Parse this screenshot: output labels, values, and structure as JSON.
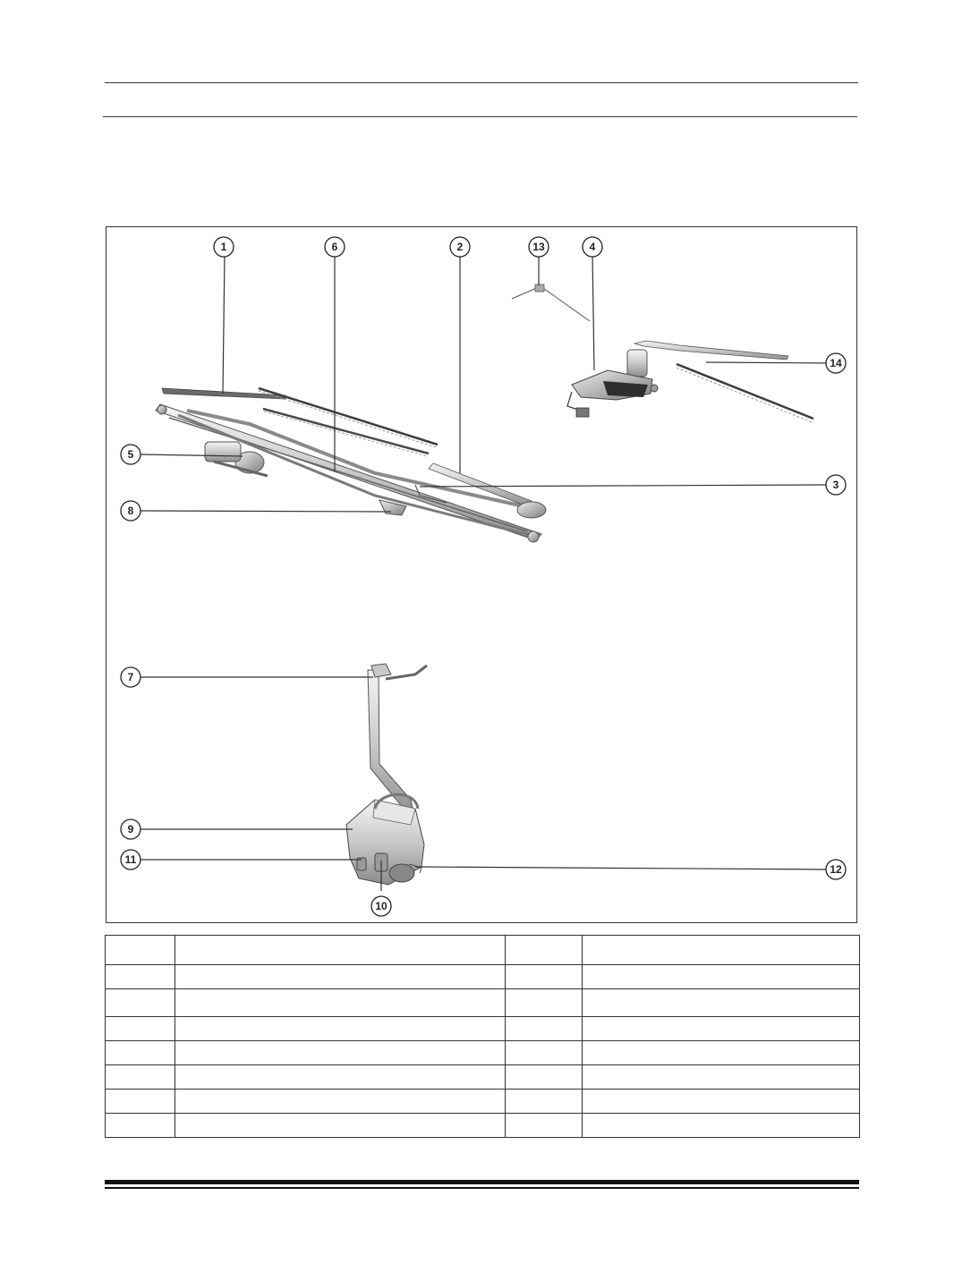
{
  "figure": {
    "callouts": [
      "1",
      "2",
      "3",
      "4",
      "5",
      "6",
      "7",
      "8",
      "9",
      "10",
      "11",
      "12",
      "13",
      "14"
    ]
  },
  "parts_table": {
    "rows": [
      [
        "",
        "",
        "",
        ""
      ],
      [
        "",
        "",
        "",
        ""
      ],
      [
        "",
        "",
        "",
        ""
      ],
      [
        "",
        "",
        "",
        ""
      ],
      [
        "",
        "",
        "",
        ""
      ],
      [
        "",
        "",
        "",
        ""
      ],
      [
        "",
        "",
        "",
        ""
      ],
      [
        "",
        "",
        "",
        ""
      ]
    ]
  },
  "colors": {
    "line": "#333333",
    "part_fill": "#d9d9d9",
    "part_dark": "#6f6f6f"
  }
}
